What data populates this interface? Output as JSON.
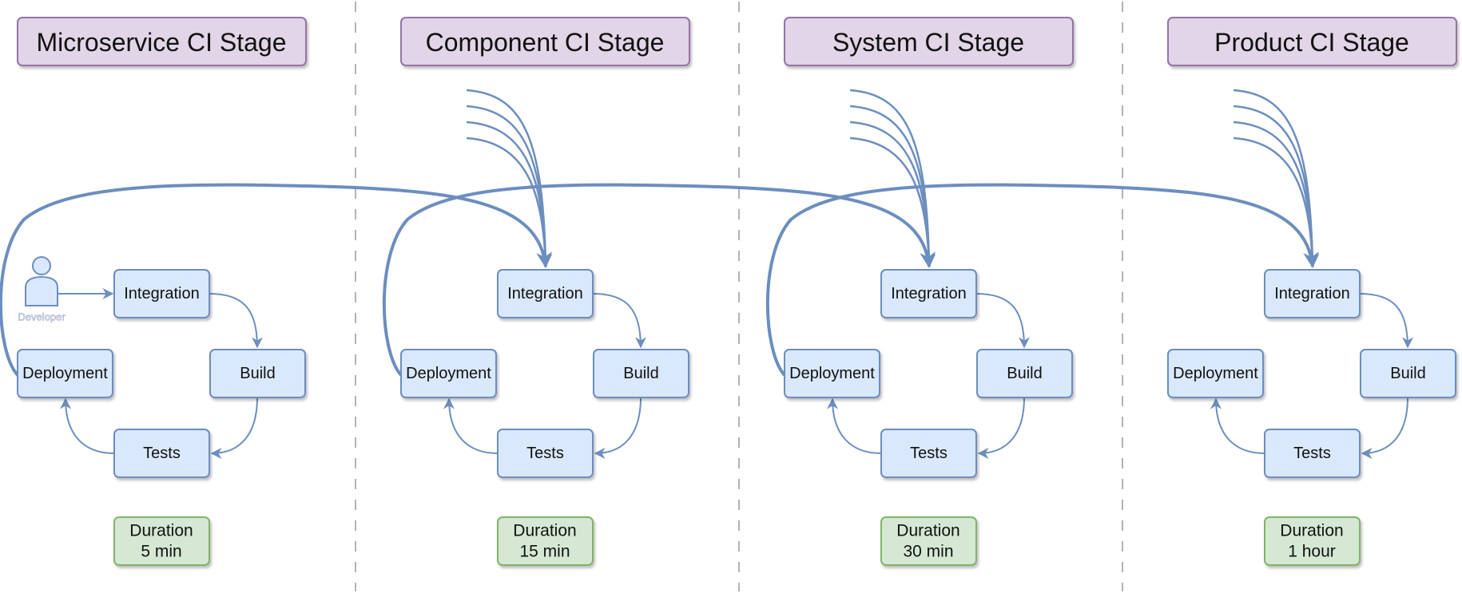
{
  "stages": [
    {
      "title": "Microservice CI Stage",
      "duration": [
        "Duration",
        "5 min"
      ]
    },
    {
      "title": "Component CI Stage",
      "duration": [
        "Duration",
        "15 min"
      ]
    },
    {
      "title": "System CI Stage",
      "duration": [
        "Duration",
        "30 min"
      ]
    },
    {
      "title": "Product CI Stage",
      "duration": [
        "Duration",
        "1 hour"
      ]
    }
  ],
  "nodes": {
    "integration": "Integration",
    "build": "Build",
    "tests": "Tests",
    "deployment": "Deployment"
  },
  "developer": {
    "label": "Developer",
    "icon": "person-icon"
  },
  "colors": {
    "header_fill": "#e1d5e7",
    "header_stroke": "#9673a6",
    "node_fill": "#dae8fc",
    "node_stroke": "#6c8ebf",
    "duration_fill": "#d5e8d4",
    "duration_stroke": "#82b366",
    "edge": "#6c8ebf",
    "separator": "#b3b3b3"
  }
}
